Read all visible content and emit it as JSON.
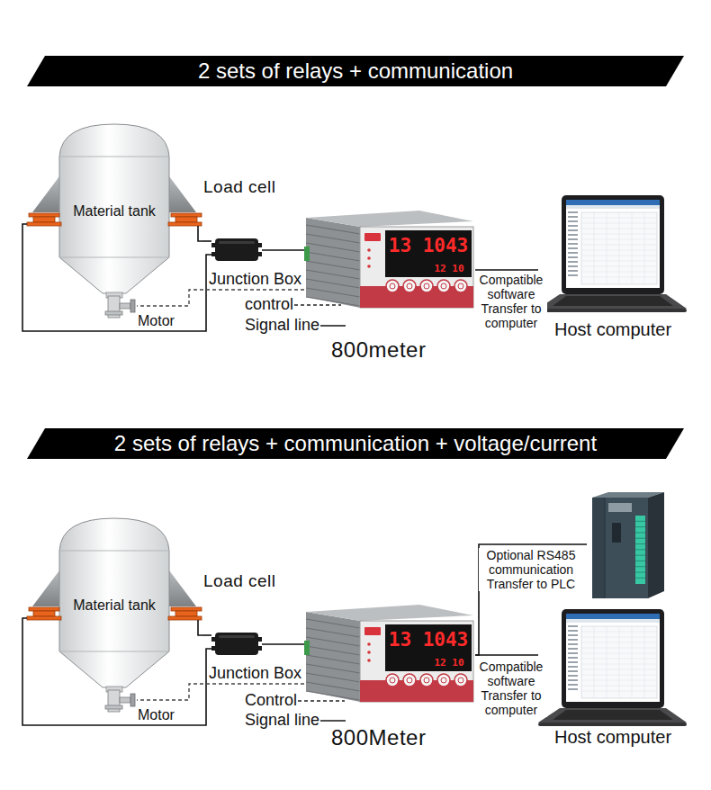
{
  "diagram": {
    "nodes": [
      {
        "text": [
          "2 sets of relays + communication"
        ]
      },
      {
        "text": [
          "Material tank"
        ]
      },
      {
        "text": [
          "Junction Box"
        ]
      },
      {
        "text": [
          "Motor"
        ]
      },
      {
        "text": [
          "13 1043",
          "12 10"
        ]
      },
      {
        "text": [
          "Host computer"
        ]
      },
      {
        "text": [
          "2 sets of relays + communication + voltage/current"
        ]
      },
      {
        "text": [
          "Material tank"
        ]
      },
      {
        "text": [
          "Junction Box"
        ]
      },
      {
        "text": [
          "Motor"
        ]
      },
      {
        "text": [
          "13 1043",
          "12 10"
        ]
      },
      {
        "text": [
          "Optional RS485 communication Transfer to PLC"
        ]
      },
      {
        "text": [
          "Host computer"
        ]
      }
    ],
    "edges": [
      {
        "from": 1,
        "to": 2,
        "arrow": "none"
      },
      {
        "from": 1,
        "to": 2,
        "arrow": "none"
      },
      {
        "from": 2,
        "to": 4,
        "arrow": "none"
      },
      {
        "from": 4,
        "to": 3,
        "arrow": "none"
      },
      {
        "from": 4,
        "to": 5,
        "arrow": "none",
        "label": "Compatible software Transfer to computer"
      },
      {
        "from": 7,
        "to": 8,
        "arrow": "none"
      },
      {
        "from": 7,
        "to": 8,
        "arrow": "none"
      },
      {
        "from": 8,
        "to": 10,
        "arrow": "none"
      },
      {
        "from": 10,
        "to": 9,
        "arrow": "none"
      },
      {
        "from": 10,
        "to": 11,
        "arrow": "none"
      },
      {
        "from": 10,
        "to": 12,
        "arrow": "none",
        "label": "Compatible software Transfer to computer"
      }
    ],
    "labels": [
      "Load cell",
      "800meter",
      "Load cell",
      "800Meter"
    ],
    "legend": [
      {
        "text": "control"
      },
      {
        "text": "Signal line"
      },
      {
        "text": "Control"
      },
      {
        "text": "Signal line"
      }
    ]
  }
}
